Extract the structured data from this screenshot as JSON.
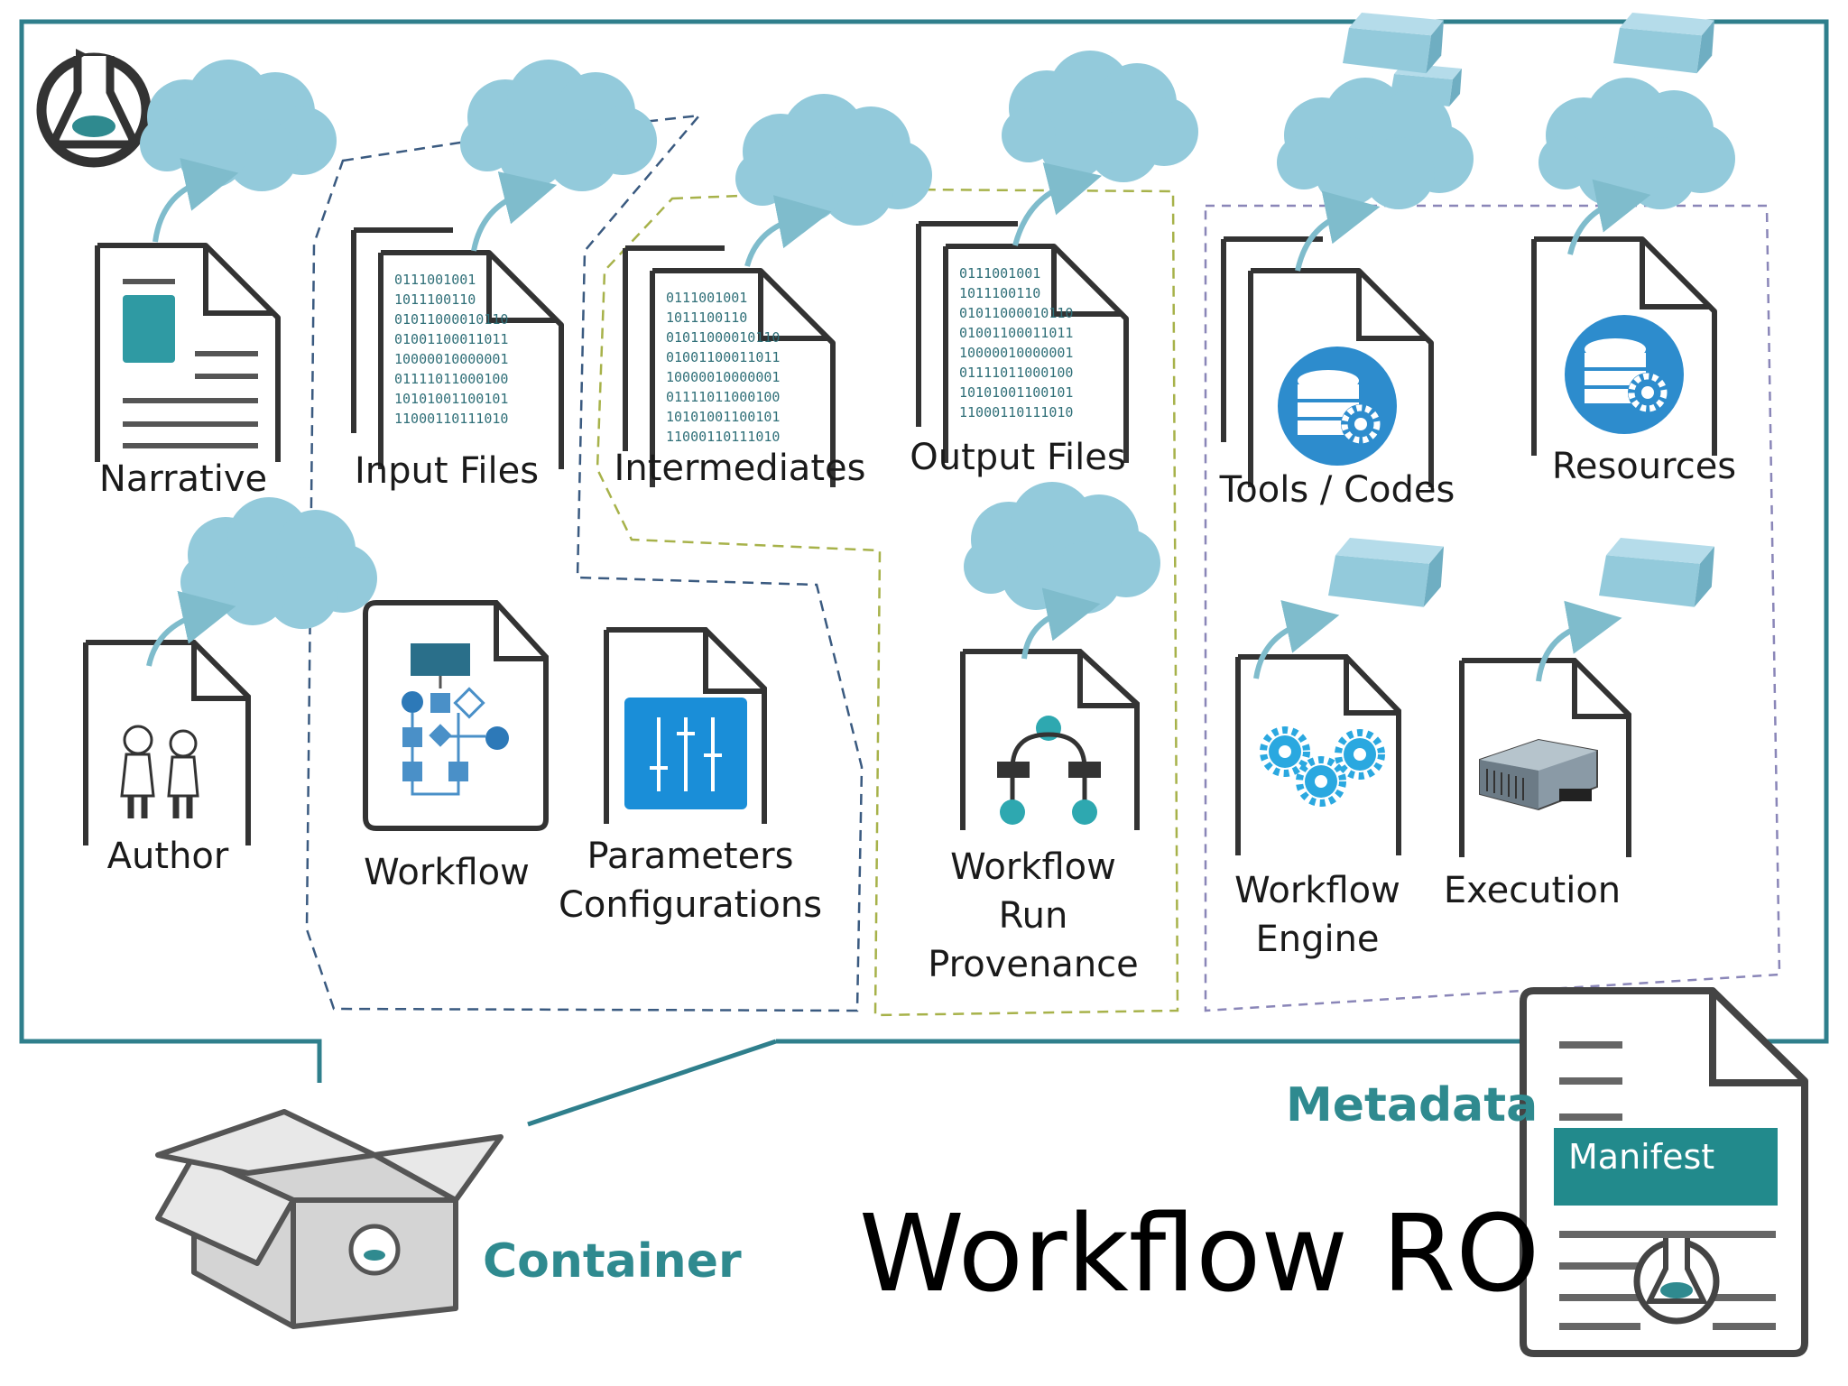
{
  "diagram": {
    "title": "Workflow RO",
    "metadata_label": "Metadata",
    "container_label": "Container",
    "manifest_label": "Manifest",
    "items": {
      "narrative": "Narrative",
      "input_files": "Input Files",
      "intermediates": "Intermediates",
      "output_files": "Output Files",
      "tools_codes": "Tools / Codes",
      "resources": "Resources",
      "author": "Author",
      "workflow": "Workflow",
      "parameters_line1": "Parameters",
      "parameters_line2": "Configurations",
      "run_line1": "Workflow",
      "run_line2": "Run",
      "run_line3": "Provenance",
      "engine_line1": "Workflow",
      "engine_line2": "Engine",
      "execution": "Execution"
    },
    "binary_lines": [
      "0111001001",
      "1011100110",
      "01011000010110",
      "01001100011011",
      "10000010000001",
      "01111011000100",
      "10101001100101",
      "11000110111010"
    ],
    "colors": {
      "frame": "#2f7f8c",
      "cloud": "#93cadb",
      "icon_blue": "#2d8ccd",
      "teal": "#2f8a8f",
      "dash_blue": "#3a5a80",
      "dash_olive": "#a7b24a",
      "dash_purple": "#8a86b8"
    }
  }
}
